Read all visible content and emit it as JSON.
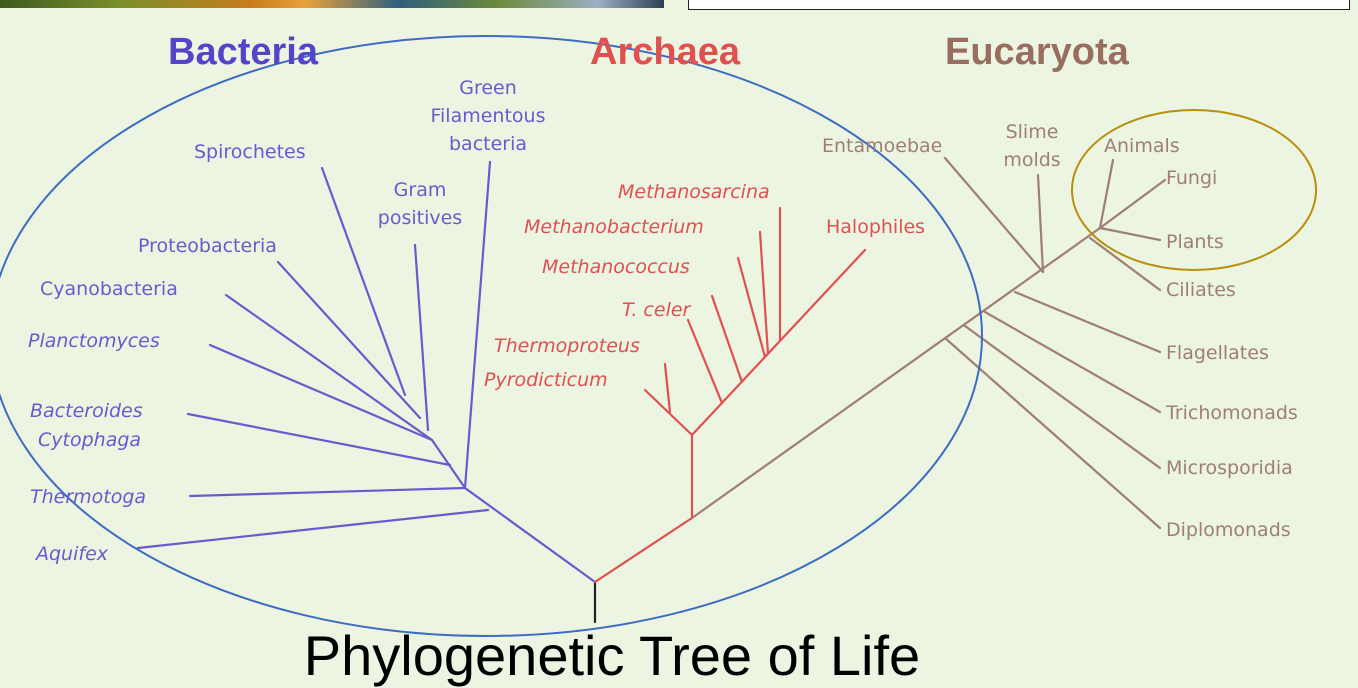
{
  "title": "Phylogenetic Tree of Life",
  "colors": {
    "bacteria": "#6a5acd",
    "bacteria_title": "#5445c8",
    "archaea": "#e0504f",
    "eucaryota": "#a17e72",
    "eucaryota_title": "#9a6e5e",
    "trunk": "#222222",
    "ellipse_blue": "#3d6cc0",
    "ellipse_gold": "#b8900c",
    "background": "#ebf5e2"
  },
  "domains": {
    "bacteria": "Bacteria",
    "archaea": "Archaea",
    "eucaryota": "Eucaryota"
  },
  "bacteria": {
    "green_1": "Green",
    "green_2": "Filamentous",
    "green_3": "bacteria",
    "spirochetes": "Spirochetes",
    "gram_1": "Gram",
    "gram_2": "positives",
    "proteobacteria": "Proteobacteria",
    "cyanobacteria": "Cyanobacteria",
    "planctomyces": "Planctomyces",
    "bacteroides_1": "Bacteroides",
    "bacteroides_2": "Cytophaga",
    "thermotoga": "Thermotoga",
    "aquifex": "Aquifex"
  },
  "archaea": {
    "methanosarcina": "Methanosarcina",
    "methanobacterium": "Methanobacterium",
    "halophiles": "Halophiles",
    "methanococcus": "Methanococcus",
    "tceler": "T. celer",
    "thermoproteus": "Thermoproteus",
    "pyrodicticum": "Pyrodicticum"
  },
  "eucaryota": {
    "entamoebae": "Entamoebae",
    "slime_1": "Slime",
    "slime_2": "molds",
    "animals": "Animals",
    "fungi": "Fungi",
    "plants": "Plants",
    "ciliates": "Ciliates",
    "flagellates": "Flagellates",
    "trichomonads": "Trichomonads",
    "microsporidia": "Microsporidia",
    "diplomonads": "Diplomonads"
  }
}
